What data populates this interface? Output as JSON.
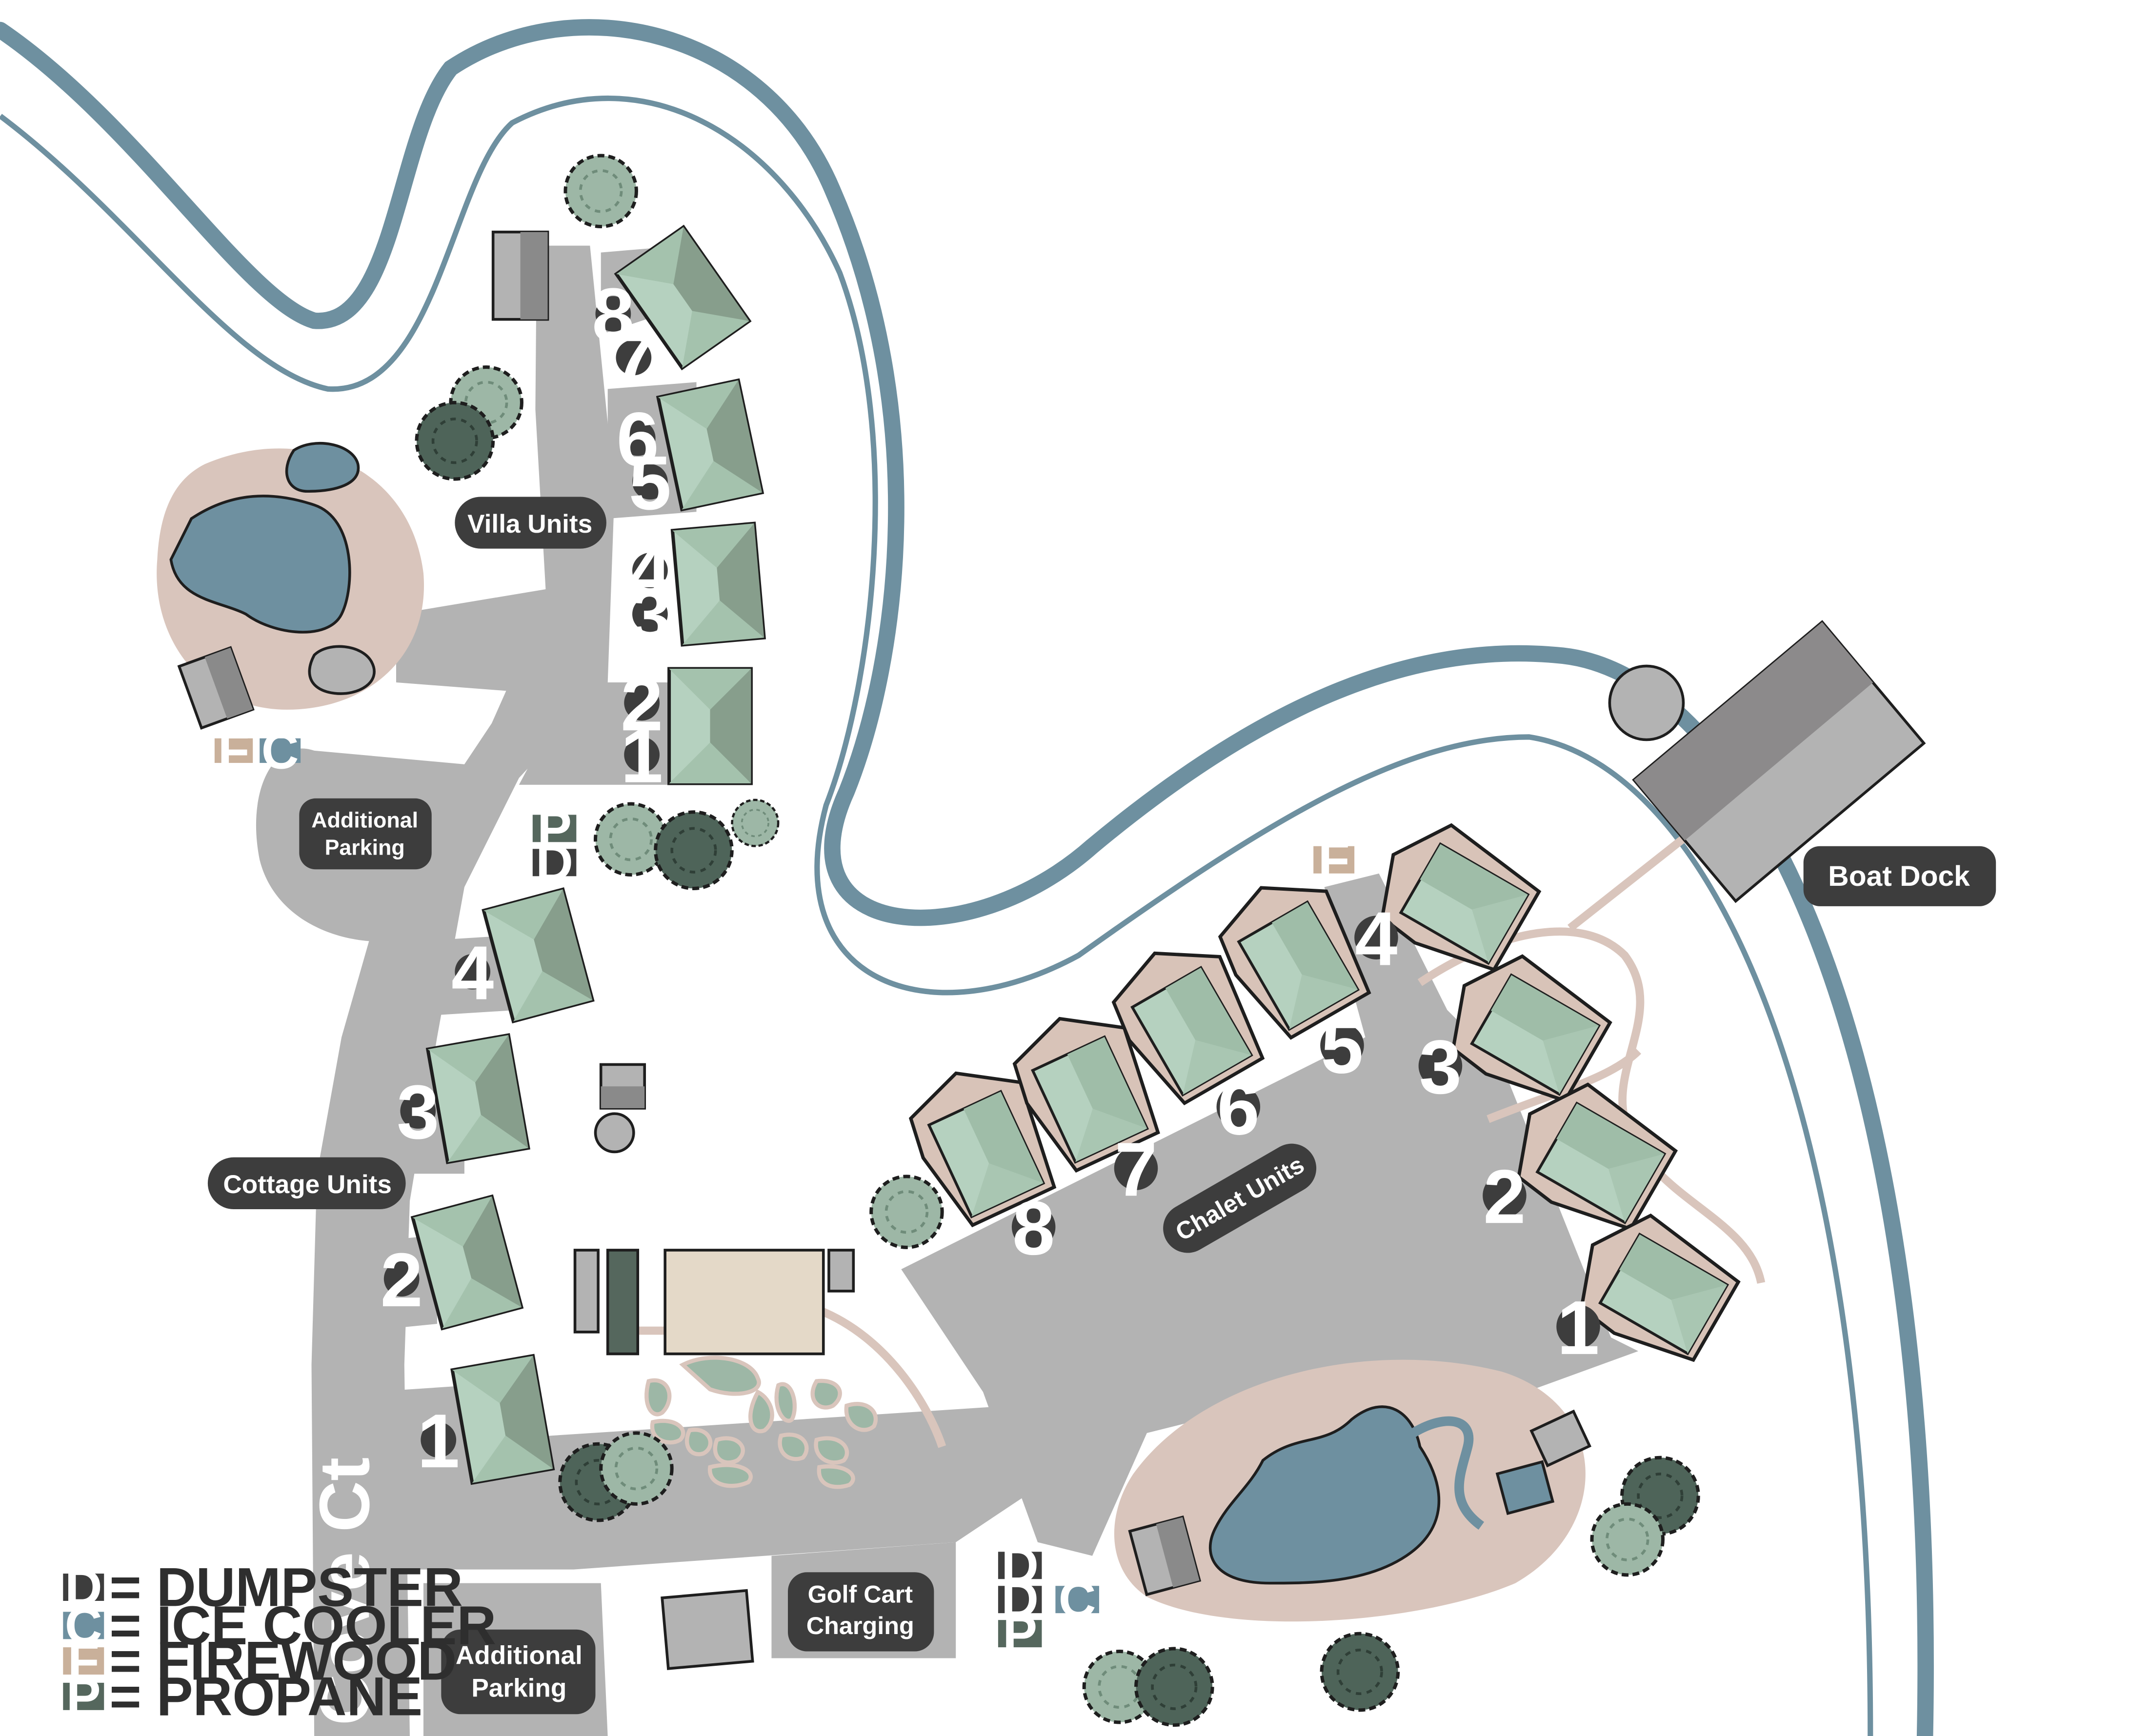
{
  "map": {
    "street_name": "Cove Ct",
    "areas": {
      "villa_units": "Villa Units",
      "cottage_units": "Cottage Units",
      "chalet_units": "Chalet Units",
      "boat_dock": "Boat Dock",
      "additional_parking_top_line1": "Additional",
      "additional_parking_top_line2": "Parking",
      "additional_parking_bottom_line1": "Additional",
      "additional_parking_bottom_line2": "Parking",
      "golf_cart_line1": "Golf Cart",
      "golf_cart_line2": "Charging"
    },
    "villa_numbers": [
      "8",
      "7",
      "6",
      "5",
      "4",
      "3",
      "2",
      "1"
    ],
    "cottage_numbers": [
      "4",
      "3",
      "2",
      "1"
    ],
    "chalet_numbers": [
      "8",
      "7",
      "6",
      "5",
      "4",
      "3",
      "2",
      "1"
    ],
    "amenity_badges": {
      "pond_firewood": "F",
      "pond_cooler": "C",
      "villa_propane": "P",
      "villa_dumpster": "D",
      "chalet_firewood": "F",
      "south_dumpster_1": "D",
      "south_dumpster_2": "D",
      "south_cooler": "C",
      "south_propane": "P"
    },
    "legend": [
      {
        "key": "D",
        "label": "= DUMPSTER",
        "color": "#3d3d3d"
      },
      {
        "key": "C",
        "label": "= ICE COOLER",
        "color": "#6e90a0"
      },
      {
        "key": "F",
        "label": "= FIREWOOD",
        "color": "#c9b09a"
      },
      {
        "key": "P",
        "label": "= PROPANE",
        "color": "#55675d"
      }
    ],
    "colors": {
      "river": "#6e90a0",
      "road": "#b3b3b3",
      "building_light": "#b5d1bf",
      "building_dark": "#879e8c",
      "sand": "#d9c5bc",
      "water": "#6e90a0",
      "label_dark": "#3d3d3d"
    }
  }
}
